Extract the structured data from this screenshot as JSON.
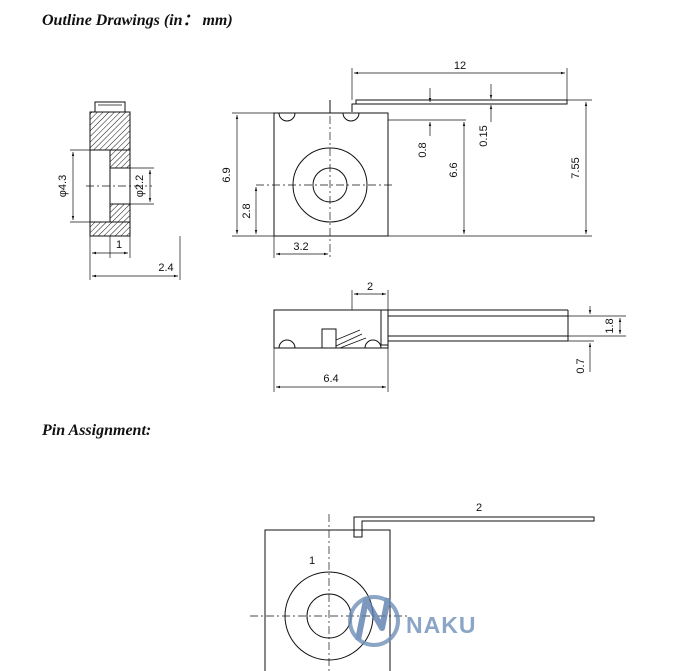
{
  "headings": {
    "outline": "Outline Drawings (in： mm)",
    "pins": "Pin Assignment:"
  },
  "dims": {
    "side_dia_outer": "φ4.3",
    "side_dia_inner": "φ2.2",
    "side_thickness": "1",
    "side_overall": "2.4",
    "front_lead_length": "12",
    "front_width": "6.9",
    "front_center_height": "2.8",
    "front_center_x": "3.2",
    "front_lead_offset": "0.8",
    "front_lead_thickness": "0.15",
    "front_lead_height": "6.6",
    "front_overall_height": "7.55",
    "top_tab": "2",
    "top_lead_width": "1.8",
    "top_lead_offset": "0.7",
    "top_body_length": "6.4"
  },
  "pins": {
    "pin1": "1",
    "pin2": "2"
  },
  "watermark": {
    "text": "NAKU",
    "icon": "naku-logo-icon"
  },
  "colors": {
    "line": "#111111",
    "watermark": "#6f8fb8"
  }
}
